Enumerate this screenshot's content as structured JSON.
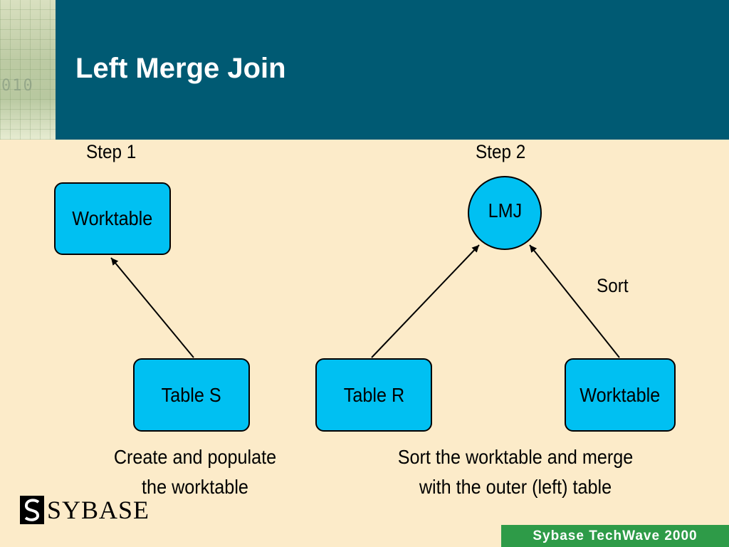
{
  "slide": {
    "title": "Left Merge Join",
    "step1_label": "Step 1",
    "step2_label": "Step 2",
    "sort_label": "Sort"
  },
  "nodes": {
    "worktable_top": "Worktable",
    "table_s": "Table S",
    "lmj": "LMJ",
    "table_r": "Table R",
    "worktable_right": "Worktable"
  },
  "captions": {
    "step1": [
      "Create and populate",
      "the worktable"
    ],
    "step2": [
      "Sort the worktable and merge",
      "with the outer (left) table"
    ]
  },
  "branding": {
    "corner_digits": "010",
    "logo_text": "SYBASE",
    "footer_text": "Sybase TechWave 2000"
  },
  "colors": {
    "header": "#005a73",
    "background": "#fcebc9",
    "node_fill": "#00c0f2",
    "footer_band": "#2e9b48"
  }
}
